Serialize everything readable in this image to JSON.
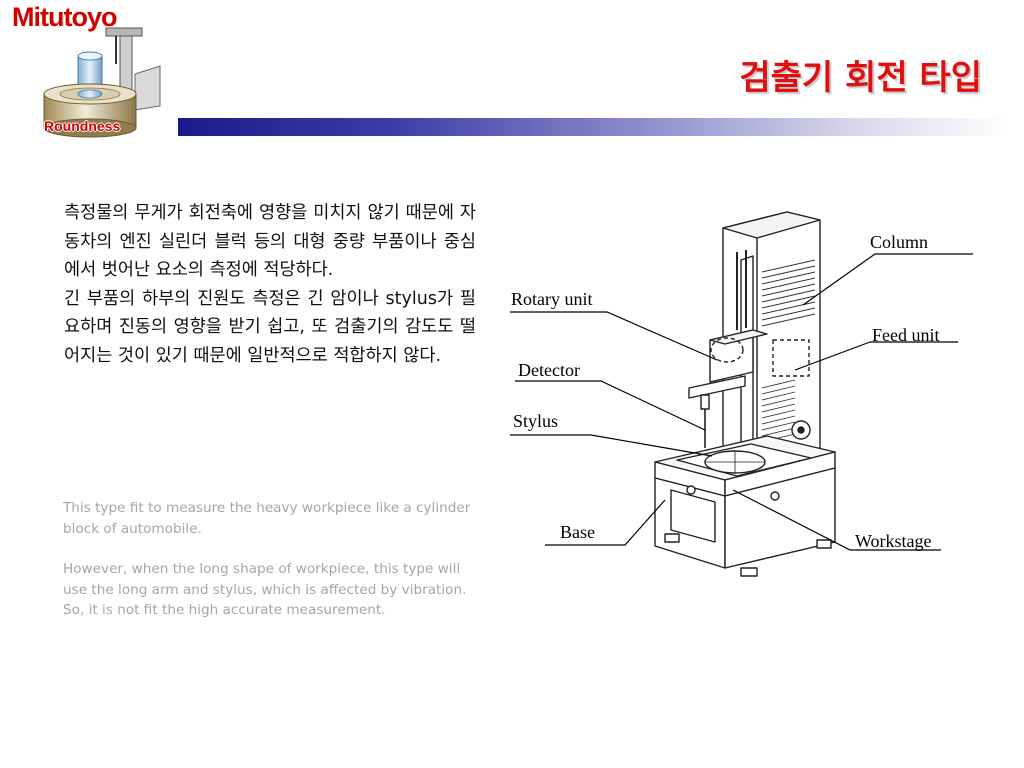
{
  "header": {
    "brand": "Mitutoyo",
    "badge": "Roundness",
    "title": "검출기 회전 타입"
  },
  "colors": {
    "brand_red": "#d40000",
    "title_red": "#e01010",
    "bar_dark": "#1a1a8c",
    "english_text_gray": "#a6a6a6"
  },
  "body": {
    "korean": [
      "측정물의 무게가 회전축에 영향을 미치지 않기 때문에 자동차의 엔진 실린더 블럭 등의 대형 중량 부품이나 중심에서 벗어난 요소의 측정에 적당하다.",
      "긴 부품의 하부의 진원도 측정은 긴 암이나 stylus가 필요하며 진동의 영향을 받기 쉽고, 또 검출기의 감도도 떨어지는 것이 있기 때문에 일반적으로 적합하지 않다."
    ],
    "english": [
      "This type fit to measure the heavy  workpiece like a cylinder block of automobile.",
      "However, when the long shape of workpiece, this type will use the long arm and stylus, which is affected by vibration.  So, it is not fit the high accurate measurement."
    ]
  },
  "diagram": {
    "labels": {
      "column": "Column",
      "rotary_unit": "Rotary unit",
      "feed_unit": "Feed unit",
      "detector": "Detector",
      "stylus": "Stylus",
      "base": "Base",
      "workstage": "Workstage"
    }
  }
}
